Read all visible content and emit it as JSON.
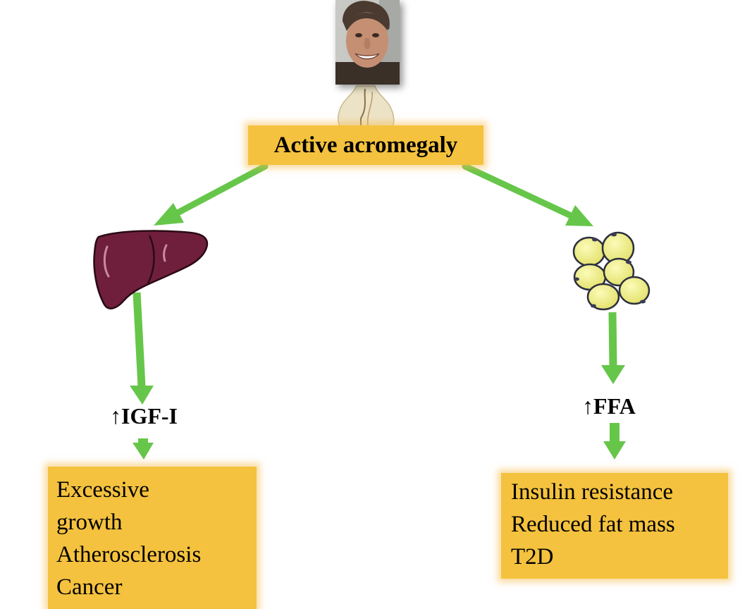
{
  "nodes": {
    "top": "Active acromegaly",
    "left_marker": "↑IGF-I",
    "right_marker": "↑FFA",
    "left_effects": [
      "Excessive",
      "growth",
      "Atherosclerosis",
      "Cancer"
    ],
    "right_effects": [
      "Insulin resistance",
      "Reduced fat mass",
      "T2D"
    ]
  },
  "icons": {
    "photo": "patient-face-photo",
    "gland": "pituitary-gland-icon",
    "liver": "liver-icon",
    "fat": "adipocytes-icon"
  },
  "colors": {
    "arrow": "#66c64a",
    "box": "#f4c23e",
    "liver": "#6f1f3c",
    "fat": "#f2f08a"
  }
}
